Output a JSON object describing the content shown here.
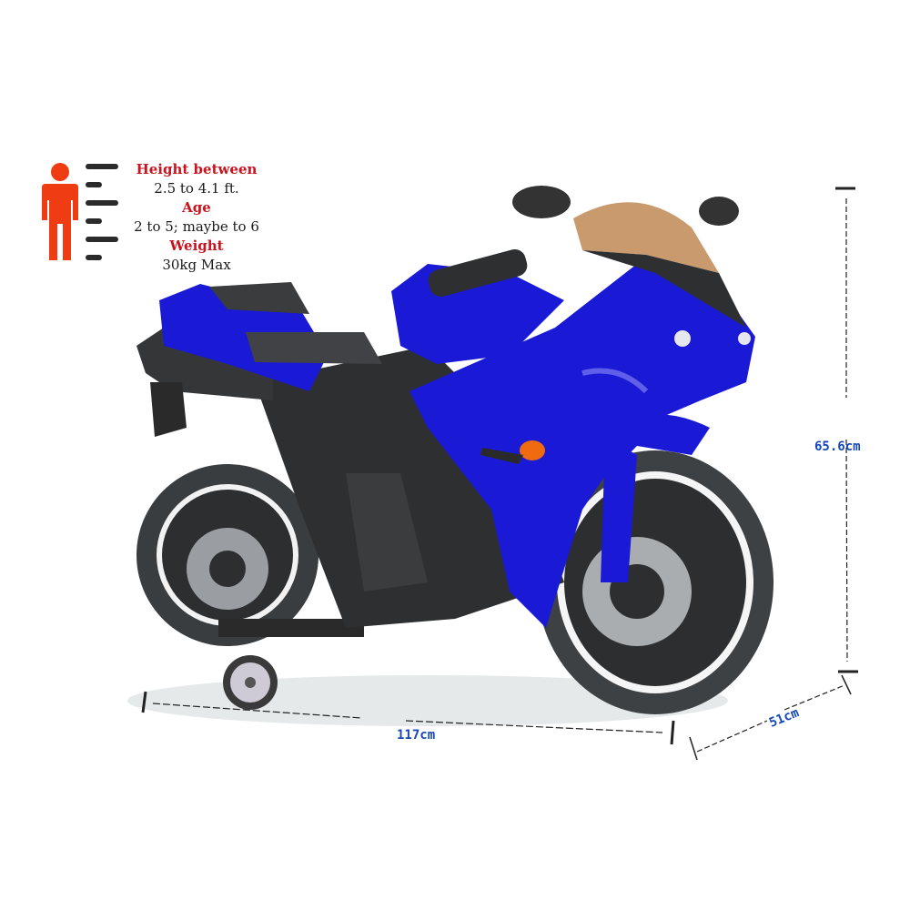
{
  "info_panel": {
    "icon": "person-height-icon",
    "icon_color": "#f03c12",
    "label_color": "#c8141e",
    "items": [
      {
        "label": "Height between",
        "value": "2.5 to 4.1 ft."
      },
      {
        "label": "Age",
        "value": "2 to 5; maybe to 6"
      },
      {
        "label": "Weight",
        "value": "30kg Max"
      }
    ]
  },
  "product": {
    "subject": "kids electric ride-on sport motorcycle",
    "body_color": "#1a1ad6",
    "accent_color": "#2a2a2a",
    "windscreen_color": "#c89a6e",
    "features": [
      "training wheels",
      "mirrors",
      "headlights",
      "orange side indicator"
    ]
  },
  "dimensions": {
    "label_color": "#1447b8",
    "height": "65.6cm",
    "length": "117cm",
    "width": "51cm"
  }
}
